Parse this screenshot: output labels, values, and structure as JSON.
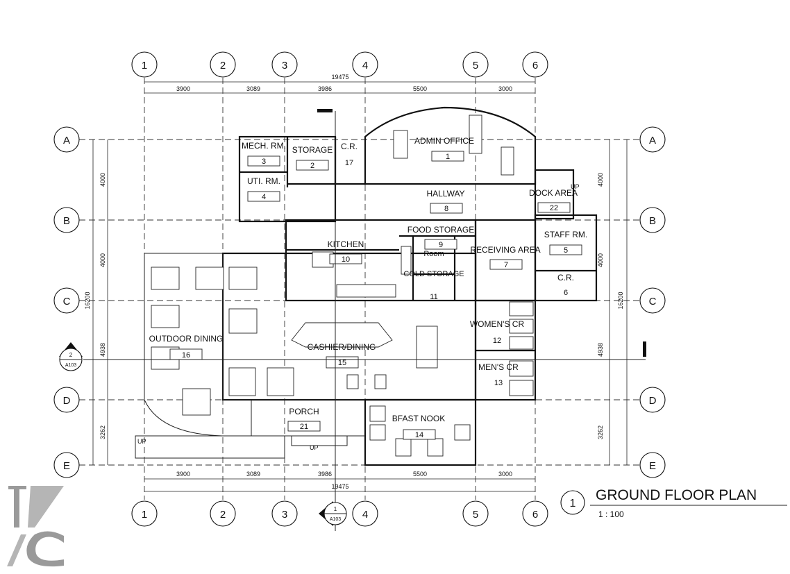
{
  "drawing": {
    "title": "GROUND FLOOR PLAN",
    "scale": "1 : 100",
    "view_number": "1",
    "logo_letters": "JC"
  },
  "grid": {
    "columns": [
      "1",
      "2",
      "3",
      "4",
      "5",
      "6"
    ],
    "rows": [
      "A",
      "B",
      "C",
      "D",
      "E"
    ]
  },
  "dimensions": {
    "total_width": "19475",
    "column_spacings": [
      "3900",
      "3089",
      "3986",
      "5500",
      "3000"
    ],
    "total_depth": "16200",
    "row_spacings": [
      "4000",
      "4000",
      "4938",
      "3262"
    ]
  },
  "section_markers": [
    {
      "number": "2",
      "sheet": "A103"
    },
    {
      "number": "1",
      "sheet": "A103"
    }
  ],
  "rooms": [
    {
      "name": "ADMIN OFFICE",
      "number": "1"
    },
    {
      "name": "STORAGE",
      "number": "2"
    },
    {
      "name": "MECH. RM.",
      "number": "3"
    },
    {
      "name": "UTI. RM.",
      "number": "4"
    },
    {
      "name": "STAFF RM.",
      "number": "5"
    },
    {
      "name": "C.R.",
      "number": "6"
    },
    {
      "name": "RECEIVING AREA",
      "number": "7"
    },
    {
      "name": "HALLWAY",
      "number": "8"
    },
    {
      "name": "FOOD STORAGE",
      "number": "9"
    },
    {
      "name": "KITCHEN",
      "number": "10"
    },
    {
      "name": "COLD STORAGE",
      "number": "11"
    },
    {
      "name": "WOMEN'S CR",
      "number": "12"
    },
    {
      "name": "MEN'S CR",
      "number": "13"
    },
    {
      "name": "BFAST NOOK",
      "number": "14"
    },
    {
      "name": "CASHIER/DINING",
      "number": "15"
    },
    {
      "name": "OUTDOOR DINING",
      "number": "16"
    },
    {
      "name": "C.R.",
      "number": "17"
    },
    {
      "name": "PORCH",
      "number": "21"
    },
    {
      "name": "DOCK AREA",
      "number": "22"
    }
  ],
  "annotations": {
    "room_label": "Room",
    "up_labels": [
      "UP",
      "UP",
      "UP"
    ]
  }
}
